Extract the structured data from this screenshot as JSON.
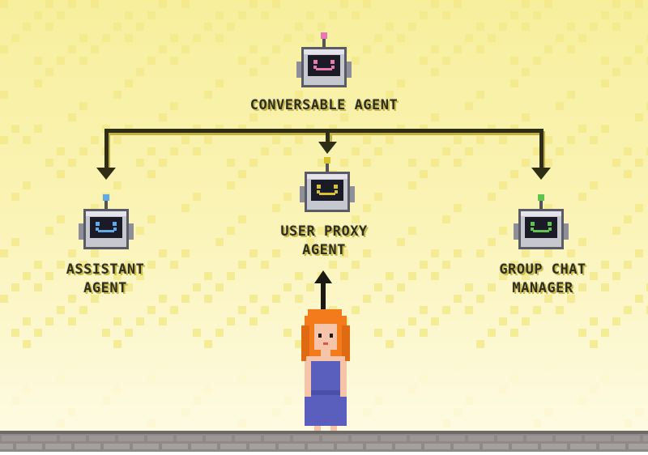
{
  "diagram": {
    "nodes": [
      {
        "id": "conversable",
        "label": "CONVERSABLE AGENT",
        "antenna_color": "#e67ab0"
      },
      {
        "id": "assistant",
        "label": "ASSISTANT\nAGENT",
        "antenna_color": "#63a9e6"
      },
      {
        "id": "user_proxy",
        "label": "USER PROXY\nAGENT",
        "antenna_color": "#d9c232"
      },
      {
        "id": "group_chat",
        "label": "GROUP CHAT\nMANAGER",
        "antenna_color": "#62c24e"
      }
    ],
    "edges": [
      {
        "from": "conversable",
        "to": "assistant"
      },
      {
        "from": "conversable",
        "to": "user_proxy"
      },
      {
        "from": "conversable",
        "to": "group_chat"
      },
      {
        "from": "human",
        "to": "user_proxy"
      }
    ],
    "icons": [
      "robot-icon",
      "human-icon"
    ]
  },
  "colors": {
    "background_top": "#f7f0a6",
    "background_bottom": "#fdfbe4",
    "connector": "#2e2e16",
    "connector_shadow": "#b8a73c",
    "robot_body": "#c7c7cf",
    "robot_visor": "#1b1b28",
    "floor": "#8f8a88",
    "human_hair": "#f47b1c",
    "human_dress": "#5a5fbe"
  }
}
